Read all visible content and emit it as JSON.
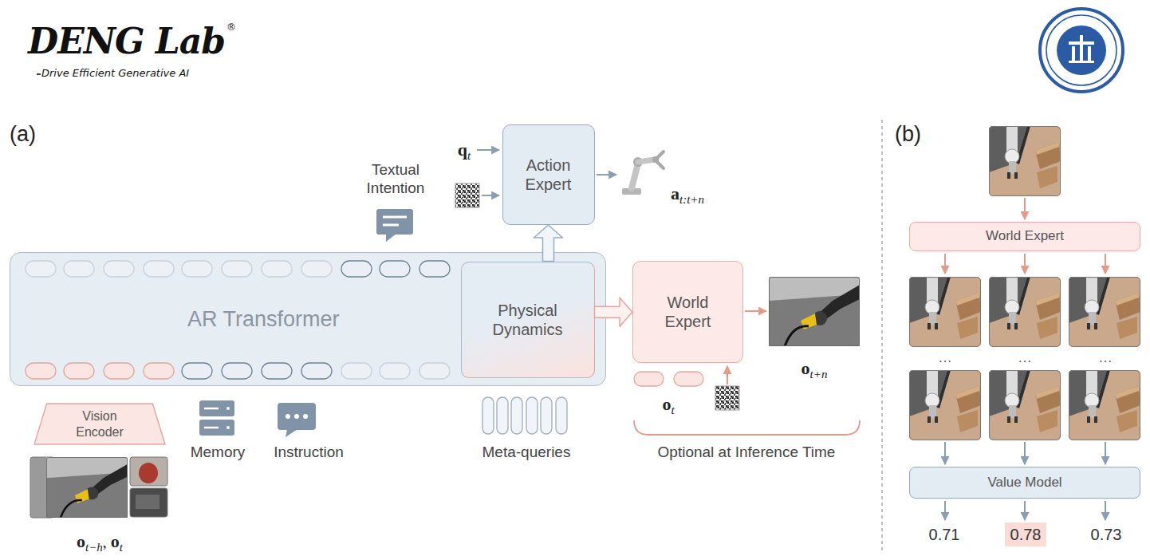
{
  "diagram": {
    "nodes": [
      {
        "text": [
          "Action Expert"
        ]
      },
      {
        "text": [
          "AR Transformer"
        ]
      },
      {
        "text": [
          "Physical Dynamics"
        ],
        "in": 1
      },
      {
        "text": [
          "World Expert"
        ]
      },
      {
        "text": [
          "Vision Encoder"
        ]
      },
      {
        "text": [
          "World Expert"
        ]
      },
      {
        "text": [
          "Value Model"
        ]
      }
    ],
    "edges": [
      {
        "from": 2,
        "to": 0,
        "arrow": "to"
      },
      {
        "from": 2,
        "to": 3,
        "arrow": "to"
      }
    ],
    "labels": [
      "DENG Lab",
      "®",
      "Drive Efficient Generative AI",
      "(a)",
      "Textual Intention",
      "qt",
      "at:t+n",
      "ot+n",
      "ot",
      "ot−h, ot",
      "Memory",
      "Instruction",
      "Meta-queries",
      "Optional at Inference Time",
      "(b)",
      "…",
      "…",
      "…",
      "0.71",
      "0.78",
      "0.73"
    ]
  }
}
